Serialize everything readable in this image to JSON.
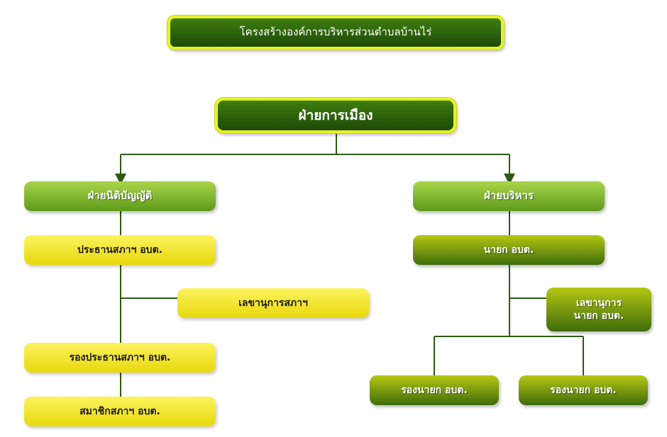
{
  "title": "โครงสร้างองค์การบริหารส่วนตำบลบ้านไร่",
  "top_node": "ฝ่ายการเมือง",
  "legislative": {
    "head": "ฝ่ายนิติบัญญัติ",
    "chairman": "ประธานสภาฯ อบต.",
    "secretary": "เลขานุการสภาฯ",
    "vice_chairman": "รองประธานสภาฯ อบต.",
    "member": "สมาชิกสภาฯ อบต."
  },
  "executive": {
    "head": "ฝ่ายบริหาร",
    "mayor": "นายก อบต.",
    "secretary_line1": "เลขานุการ",
    "secretary_line2": "นายก อบต.",
    "deputy_1": "รองนายก อบต.",
    "deputy_2": "รองนายก อบต."
  },
  "colors": {
    "header_fill": "#2a5e0b",
    "header_border": "#e7f224",
    "light_green": "#7fb52c",
    "yellow": "#f3e62a",
    "olive": "#6f9410",
    "line": "#2f5a12"
  }
}
